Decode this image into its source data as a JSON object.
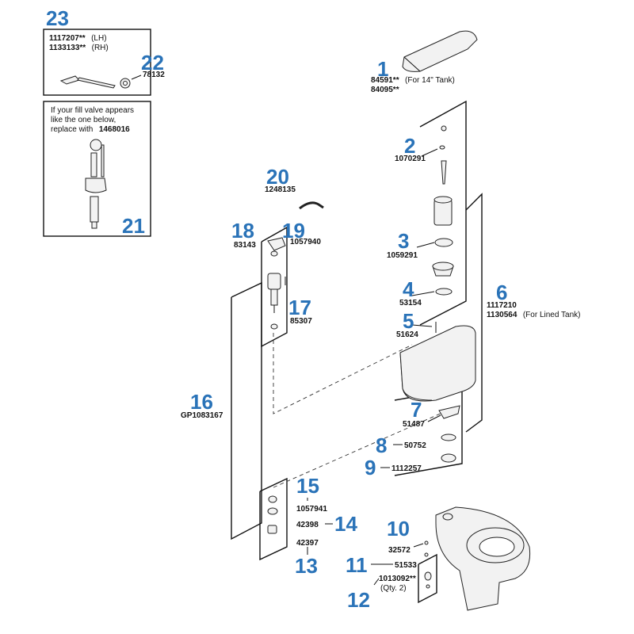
{
  "parts": [
    {
      "ref": "1",
      "numbers": [
        "84591**",
        "84095**"
      ],
      "note": "(For 14\" Tank)"
    },
    {
      "ref": "2",
      "numbers": [
        "1070291"
      ]
    },
    {
      "ref": "3",
      "numbers": [
        "1059291"
      ]
    },
    {
      "ref": "4",
      "numbers": [
        "53154"
      ]
    },
    {
      "ref": "5",
      "numbers": [
        "51624"
      ]
    },
    {
      "ref": "6",
      "numbers": [
        "1117210",
        "1130564"
      ],
      "note": "(For Lined Tank)"
    },
    {
      "ref": "7",
      "numbers": [
        "51487"
      ]
    },
    {
      "ref": "8",
      "numbers": [
        "50752"
      ]
    },
    {
      "ref": "9",
      "numbers": [
        "1112257"
      ]
    },
    {
      "ref": "10",
      "numbers": [
        "32572"
      ]
    },
    {
      "ref": "11",
      "numbers": [
        "51533"
      ]
    },
    {
      "ref": "12",
      "numbers": [
        "1013092**"
      ],
      "note": "(Qty. 2)"
    },
    {
      "ref": "13",
      "numbers": [
        "42397"
      ]
    },
    {
      "ref": "14",
      "numbers": [
        "42398"
      ]
    },
    {
      "ref": "15",
      "numbers": [
        "1057941"
      ]
    },
    {
      "ref": "16",
      "numbers": [
        "GP1083167"
      ]
    },
    {
      "ref": "17",
      "numbers": [
        "85307"
      ]
    },
    {
      "ref": "18",
      "numbers": [
        "83143"
      ]
    },
    {
      "ref": "19",
      "numbers": [
        "1057940"
      ]
    },
    {
      "ref": "20",
      "numbers": [
        "1248135"
      ]
    },
    {
      "ref": "21",
      "numbers": []
    },
    {
      "ref": "22",
      "numbers": [
        "78132"
      ]
    },
    {
      "ref": "23",
      "numbers": [
        "1117207**",
        "1133133**"
      ],
      "notes": [
        "(LH)",
        "(RH)"
      ]
    }
  ],
  "fill_valve_note": {
    "lines": [
      "If your fill valve appears",
      "like the one below,",
      "replace with"
    ],
    "part_number": "1468016"
  }
}
